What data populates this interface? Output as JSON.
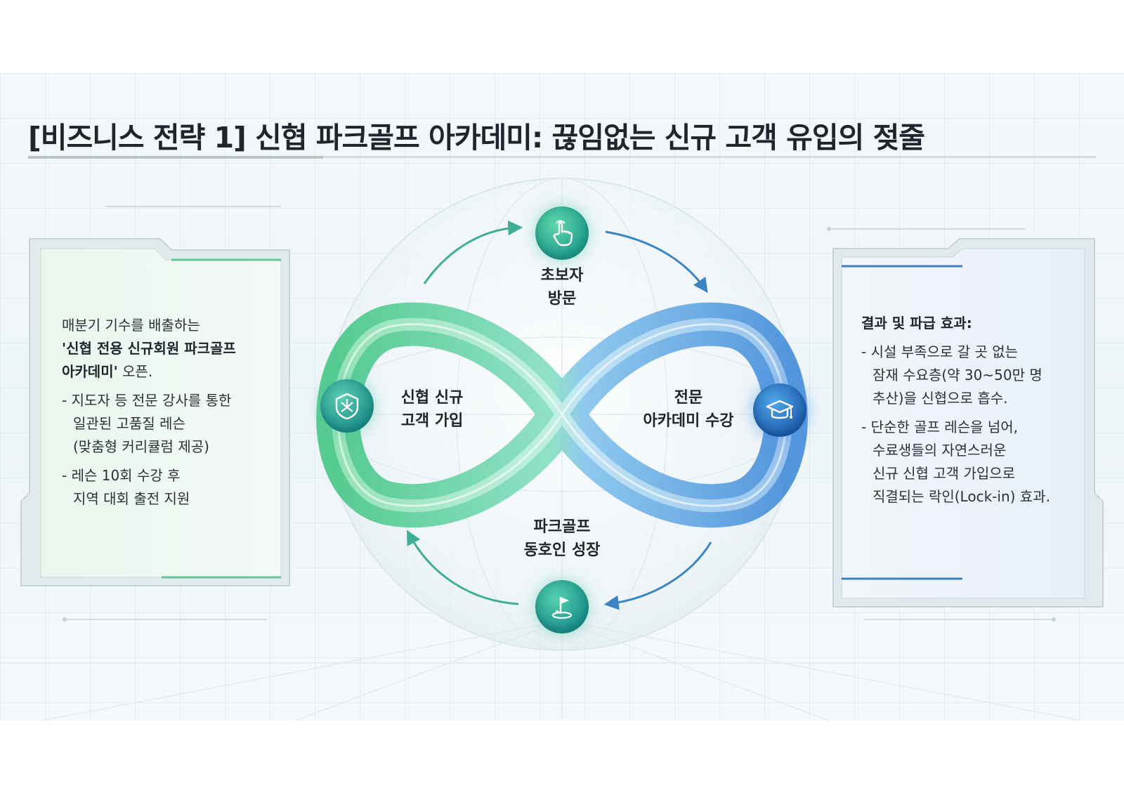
{
  "title": "[비즈니스 전략 1] 신협 파크골프 아카데미: 끊임없는 신규 고객 유입의 젖줄",
  "left_panel": {
    "intro": "매분기 기수를 배출하는",
    "highlight": "'신협 전용 신규회원 파크골프\n아카데미'",
    "intro_tail": " 오픈.",
    "items": [
      "- 지도자 등 전문 강사를 통한\n일관된 고품질 레슨\n(맞춤형 커리큘럼 제공)",
      "- 레슨 10회 수강 후\n지역 대회 출전 지원"
    ]
  },
  "right_panel": {
    "heading": "결과 및 파급 효과:",
    "items": [
      "- 시설 부족으로 갈 곳 없는\n잠재 수요층(약 30~50만 명\n추산)을 신협으로 흡수.",
      "- 단순한 골프 레슨을 넘어,\n수료생들의 자연스러운\n신규 신협 고객 가입으로\n직결되는 락인(Lock-in) 효과."
    ]
  },
  "cycle": {
    "visit": "초보자\n방문",
    "join": "신협 신규\n고객 가입",
    "academy": "전문\n아카데미 수강",
    "grow": "파크골프\n동호인 성장"
  },
  "icons": {
    "visit": "hand-pointer-icon",
    "join": "shield-emblem-icon",
    "academy": "graduation-cap-icon",
    "golf": "golf-flag-icon"
  },
  "colors": {
    "green": "#3cc47e",
    "blue": "#3a86d8",
    "title": "#1e252d"
  }
}
